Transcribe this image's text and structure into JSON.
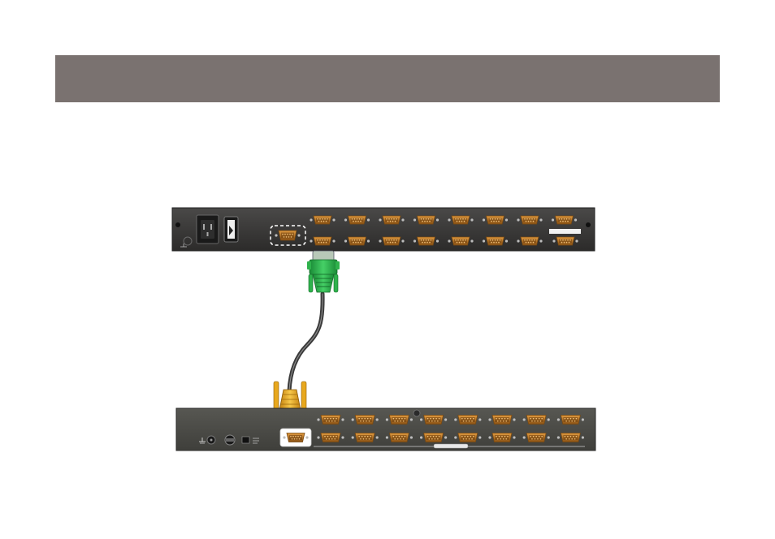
{
  "colors": {
    "header_band": "#7a7270",
    "panel_top": "#3a3938",
    "panel_bottom": "#4a4a45",
    "vga_port": "#c27a2a",
    "vga_port_dark": "#7a4a12",
    "cable_connector_top": "#2db34a",
    "cable_connector_bottom": "#e8a81e",
    "cable": "#505050"
  },
  "icons": {
    "ground": "ground-icon",
    "power_inlet": "power-inlet-icon",
    "power_switch": "power-switch-icon",
    "dc_jack": "dc-jack-icon",
    "ps2": "ps2-port-icon"
  },
  "top_unit": {
    "port_rows": 2,
    "ports_per_row": 8
  },
  "bottom_unit": {
    "port_rows": 2,
    "ports_per_row": 8
  }
}
